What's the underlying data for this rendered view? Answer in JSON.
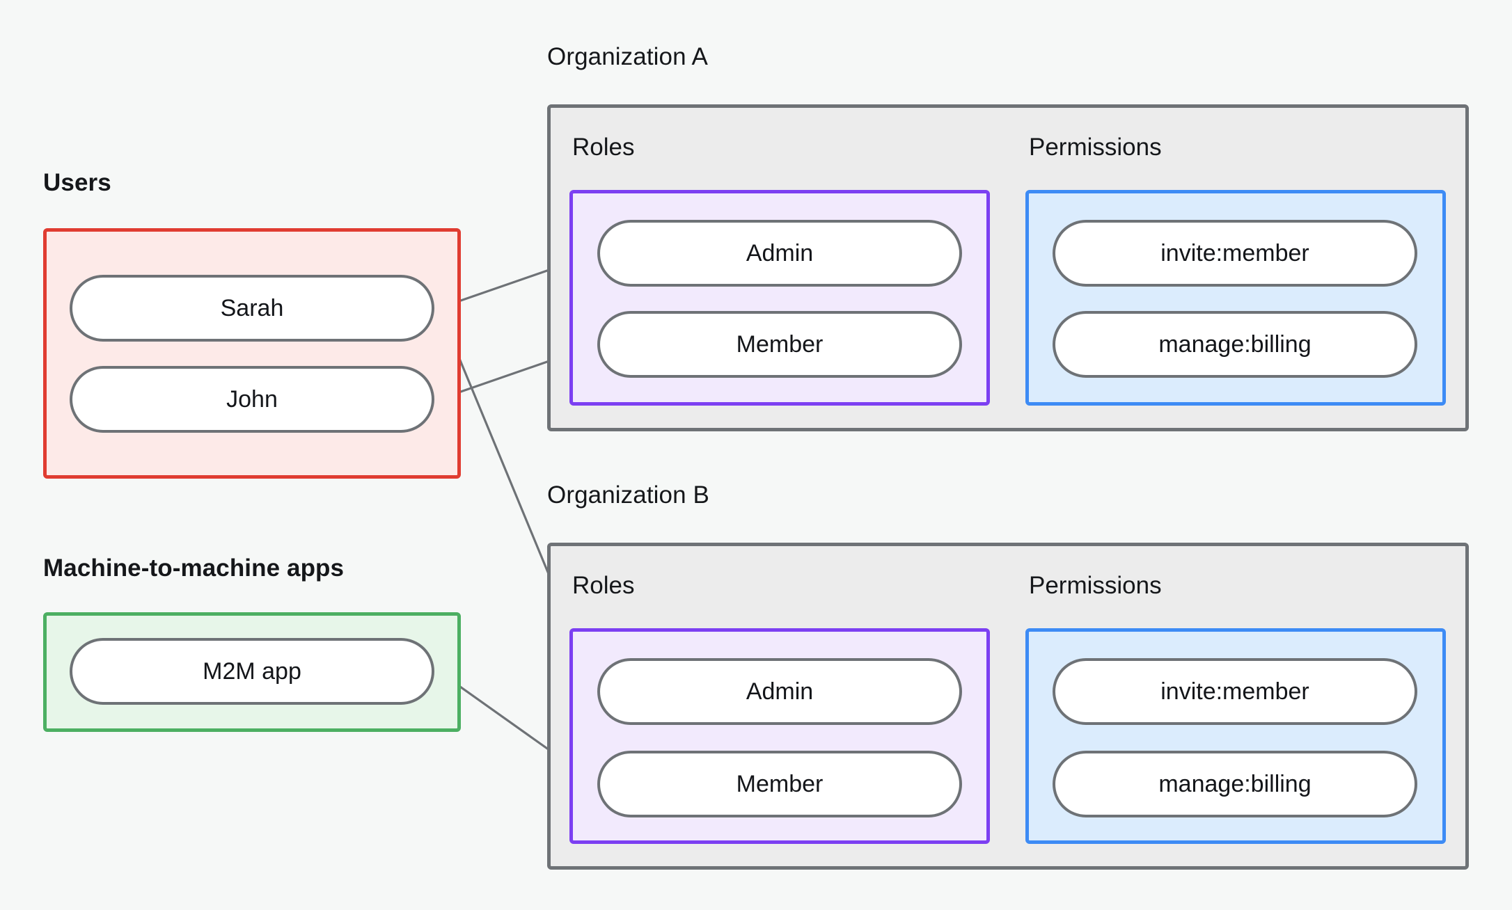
{
  "diagram": {
    "title_users": "Users",
    "title_m2m": "Machine-to-machine apps",
    "title_org_a": "Organization A",
    "title_org_b": "Organization B",
    "label_roles": "Roles",
    "label_permissions": "Permissions"
  },
  "users": {
    "caption": "Users",
    "items": [
      {
        "label": "Sarah"
      },
      {
        "label": "John"
      }
    ]
  },
  "m2m": {
    "caption": "Machine-to-machine apps",
    "items": [
      {
        "label": "M2M app"
      }
    ]
  },
  "organizations": [
    {
      "name": "Organization A",
      "roles_label": "Roles",
      "permissions_label": "Permissions",
      "roles": [
        {
          "label": "Admin"
        },
        {
          "label": "Member"
        }
      ],
      "permissions": [
        {
          "label": "invite:member"
        },
        {
          "label": "manage:billing"
        }
      ]
    },
    {
      "name": "Organization B",
      "roles_label": "Roles",
      "permissions_label": "Permissions",
      "roles": [
        {
          "label": "Admin"
        },
        {
          "label": "Member"
        }
      ],
      "permissions": [
        {
          "label": "invite:member"
        },
        {
          "label": "manage:billing"
        }
      ]
    }
  ],
  "connections": [
    {
      "from": "Sarah",
      "to": "Organization A / Admin"
    },
    {
      "from": "Sarah",
      "to": "Organization B / Admin"
    },
    {
      "from": "John",
      "to": "Organization A / Member"
    },
    {
      "from": "M2M app",
      "to": "Organization B / Member"
    },
    {
      "from": "Organization A / Admin",
      "to": "Organization A / invite:member"
    },
    {
      "from": "Organization A / Admin",
      "to": "Organization A / manage:billing"
    },
    {
      "from": "Organization A / Member",
      "to": "Organization A / manage:billing"
    },
    {
      "from": "Organization B / Admin",
      "to": "Organization B / invite:member"
    },
    {
      "from": "Organization B / Admin",
      "to": "Organization B / manage:billing"
    },
    {
      "from": "Organization B / Member",
      "to": "Organization B / manage:billing"
    }
  ],
  "colors": {
    "canvas": "#f6f8f7",
    "users_border": "#e03c31",
    "users_fill": "#fdeae8",
    "m2m_border": "#4caf62",
    "m2m_fill": "#e7f6e9",
    "org_border": "#6e7276",
    "org_fill": "#ececec",
    "roles_border": "#7c3ff2",
    "roles_fill": "#f2eafd",
    "permissions_border": "#3d8bf5",
    "permissions_fill": "#dbecfd",
    "node_border": "#6e7276",
    "node_fill": "#ffffff",
    "edge": "#6e7276",
    "text": "#15171a"
  }
}
